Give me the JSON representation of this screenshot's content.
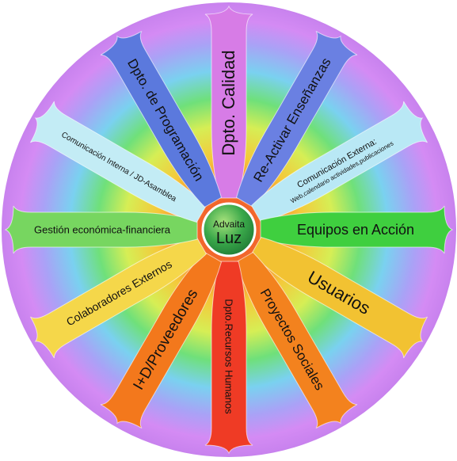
{
  "hub": {
    "line1": "Advaita",
    "line2": "Luz"
  },
  "petals": [
    {
      "label": "Dpto. Calidad",
      "color": "#d77ce6",
      "font": 22
    },
    {
      "label": "Re-Activar Enseñanzas",
      "color": "#6a80e2",
      "font": 17
    },
    {
      "label": "Comunicación Externa:",
      "sub": "Web,calendario actividades,publicaciones",
      "color": "#b9e8f5",
      "font": 11,
      "subfont": 8
    },
    {
      "label": "Equipos en Acción",
      "color": "#3fcf3f",
      "font": 18
    },
    {
      "label": "Usuarios",
      "color": "#f2c232",
      "font": 22
    },
    {
      "label": "Proyectos Sociales",
      "color": "#f3821e",
      "font": 17
    },
    {
      "label": "Dpto.Recursos Humanos",
      "color": "#ef3b25",
      "font": 13
    },
    {
      "label": "I+D/Proveedores",
      "color": "#f3781c",
      "font": 19
    },
    {
      "label": "Colaboradores Externos",
      "color": "#f5d74a",
      "font": 14
    },
    {
      "label": "Gestión económica-financiera",
      "color": "#77d660",
      "font": 13
    },
    {
      "label": "Comunicación Interna / JD-Asamblea",
      "color": "#c3ecf5",
      "font": 10
    },
    {
      "label": "Dpto. de Programación",
      "color": "#5b79dd",
      "font": 17
    }
  ],
  "colors": {
    "outer_ring": "#d88cf5",
    "rings": [
      "#d88cf5",
      "#b5a0f7",
      "#7ccff2",
      "#7fe07b",
      "#d7ee5a",
      "#f5b640",
      "#f07a3a"
    ],
    "hub_fill": "#3aa84a",
    "hub_stroke": "#ffffff"
  }
}
